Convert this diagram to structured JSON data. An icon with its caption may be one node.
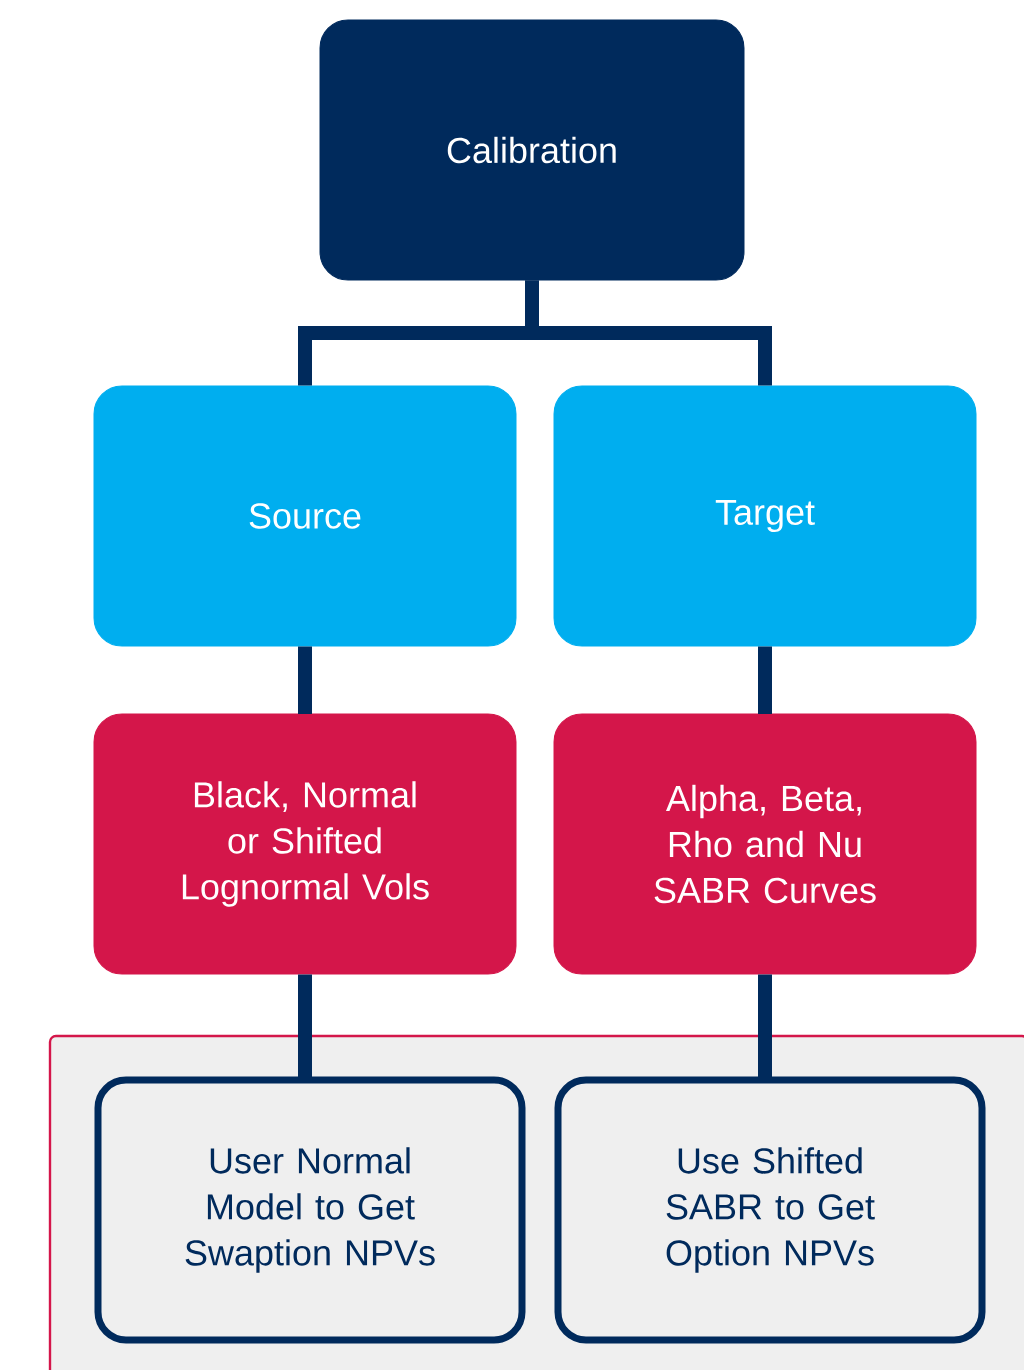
{
  "diagram": {
    "nodes": [
      {
        "text": [
          "Calibration"
        ]
      },
      {
        "text": [
          "Source"
        ]
      },
      {
        "text": [
          "Target"
        ]
      },
      {
        "text": [
          "Black, Normal or Shifted Lognormal Vols"
        ]
      },
      {
        "text": [
          "Alpha, Beta, Rho and Nu SABR Curves"
        ]
      },
      {
        "text": [],
        "shape": "box"
      },
      {
        "text": [
          "User Normal Model to Get Swaption NPVs"
        ],
        "in": 5
      },
      {
        "text": [
          "Use Shifted SABR to Get Option NPVs"
        ],
        "in": 5
      }
    ],
    "edges": [
      {
        "from": 0,
        "to": 1,
        "arrow": "none"
      },
      {
        "from": 0,
        "to": 2,
        "arrow": "none"
      },
      {
        "from": 1,
        "to": 3,
        "arrow": "none"
      },
      {
        "from": 2,
        "to": 4,
        "arrow": "none"
      },
      {
        "from": 3,
        "to": 6,
        "arrow": "none"
      },
      {
        "from": 4,
        "to": 7,
        "arrow": "none"
      }
    ]
  }
}
